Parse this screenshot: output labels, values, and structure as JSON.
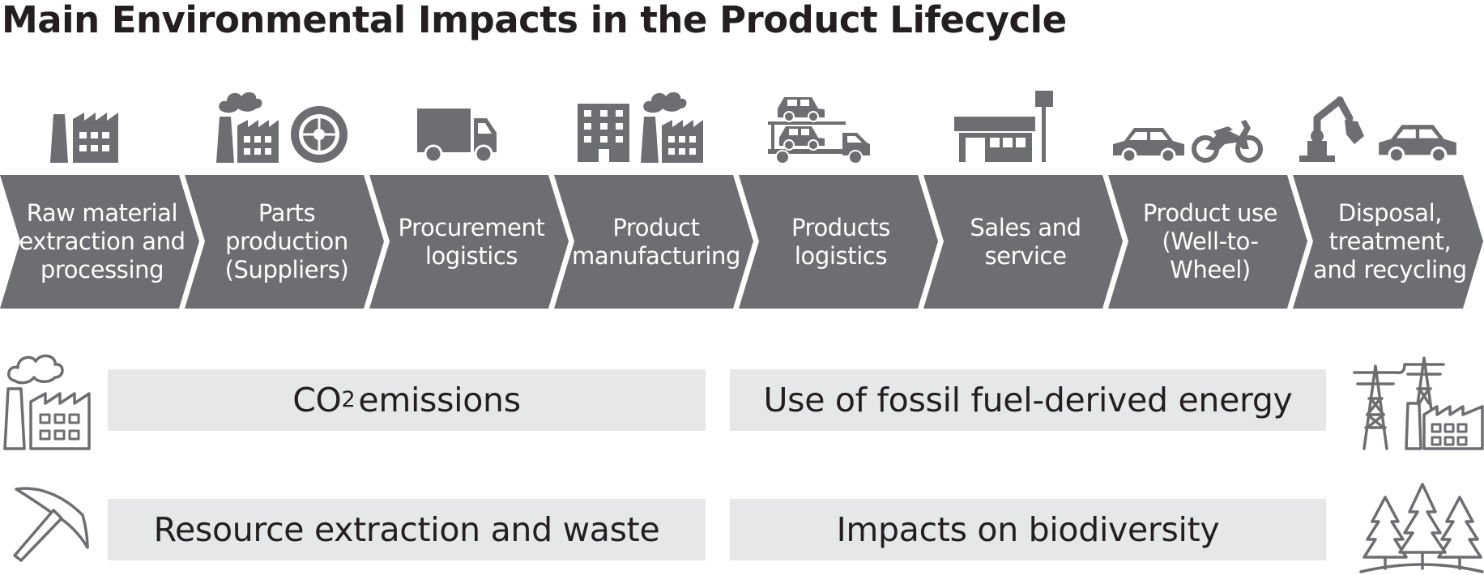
{
  "title": "Main Environmental Impacts in the Product Lifecycle",
  "stages": [
    {
      "label": "Raw material\nextraction and\nprocessing",
      "icons": [
        "factory-icon"
      ]
    },
    {
      "label": "Parts\nproduction\n(Suppliers)",
      "icons": [
        "smoking-factory-icon",
        "tire-icon"
      ]
    },
    {
      "label": "Procurement\nlogistics",
      "icons": [
        "truck-icon"
      ]
    },
    {
      "label": "Product\nmanufacturing",
      "icons": [
        "office-building-icon",
        "smoking-factory-icon"
      ]
    },
    {
      "label": "Products\nlogistics",
      "icons": [
        "car-carrier-truck-icon"
      ]
    },
    {
      "label": "Sales and\nservice",
      "icons": [
        "dealership-icon"
      ]
    },
    {
      "label": "Product use\n(Well-to-\nWheel)",
      "icons": [
        "car-icon",
        "motorcycle-icon"
      ]
    },
    {
      "label": "Disposal,\ntreatment,\nand recycling",
      "icons": [
        "excavator-arm-icon",
        "car-icon"
      ]
    }
  ],
  "impacts": {
    "co2": {
      "prefix": "CO",
      "subscript": "2",
      "suffix": " emissions",
      "icon": "smoking-factory-icon"
    },
    "fossil": {
      "label": "Use of fossil fuel-derived energy",
      "icon": "power-tower-factory-icon"
    },
    "resource": {
      "label": "Resource extraction and waste",
      "icon": "pickaxe-icon"
    },
    "biodiversity": {
      "label": "Impacts on biodiversity",
      "icon": "forest-icon"
    }
  },
  "colors": {
    "chevron": "#6d6e71",
    "box": "#e6e7e8",
    "text": "#231f20"
  }
}
